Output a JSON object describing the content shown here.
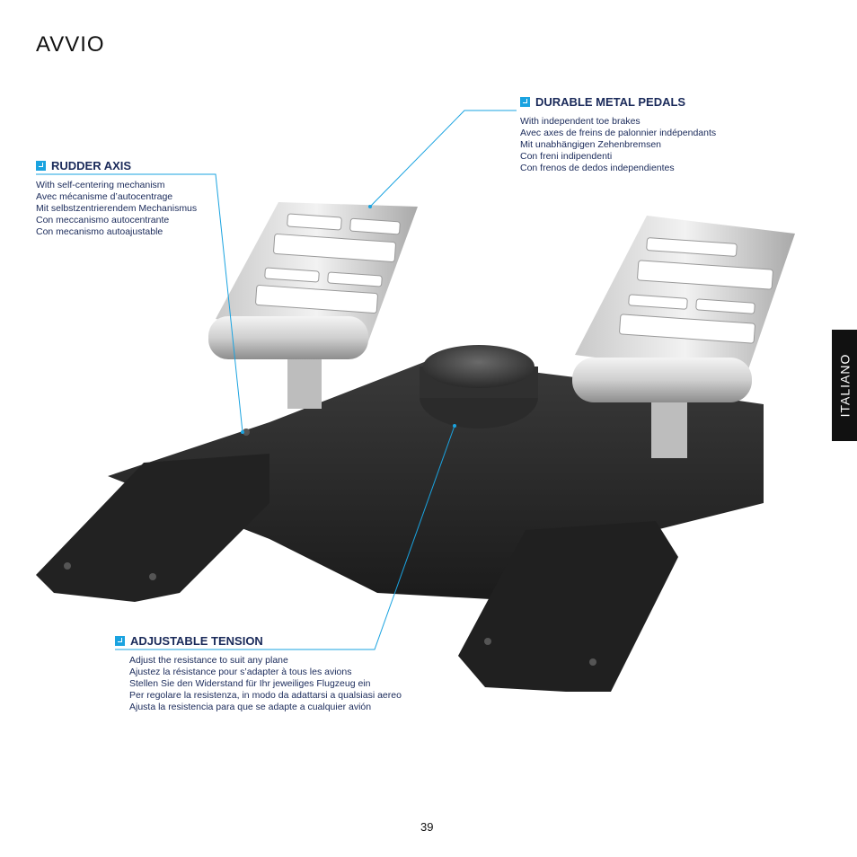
{
  "page": {
    "title": "AVVIO",
    "side_tab": "ITALIANO",
    "page_number": "39"
  },
  "callouts": {
    "rudder_axis": {
      "heading": "RUDDER AXIS",
      "lines": [
        "With self-centering mechanism",
        "Avec mécanisme d’autocentrage",
        "Mit selbstzentrierendem Mechanismus",
        "Con meccanismo autocentrante",
        "Con mecanismo autoajustable"
      ]
    },
    "durable_pedals": {
      "heading": "DURABLE METAL PEDALS",
      "lines": [
        "With independent toe brakes",
        "Avec axes de freins de palonnier indépendants",
        "Mit unabhängigen Zehenbremsen",
        "Con freni indipendenti",
        "Con frenos de dedos independientes"
      ]
    },
    "adjustable_tension": {
      "heading": "ADJUSTABLE TENSION",
      "lines": [
        "Adjust the resistance to suit any plane",
        "Ajustez la résistance pour s’adapter à tous les avions",
        "Stellen Sie den Widerstand für Ihr jeweiliges Flugzeug ein",
        "Per regolare la resistenza, in modo da adattarsi a qualsiasi aereo",
        "Ajusta la resistencia para que se adapte a cualquier avión"
      ]
    }
  },
  "colors": {
    "accent": "#1aa3e0",
    "text": "#1a2a5a",
    "tab_bg": "#111111"
  }
}
